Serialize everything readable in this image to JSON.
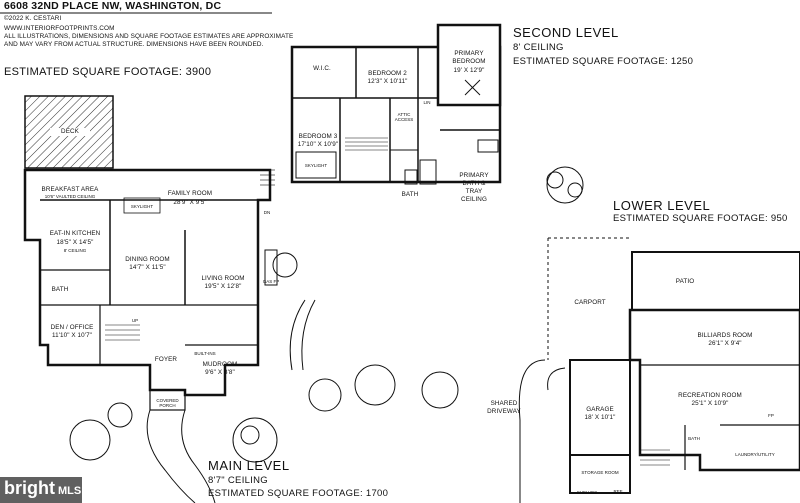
{
  "header": {
    "address": "6608 32ND PLACE NW, WASHINGTON, DC",
    "copyright": "©2022 K. CESTARI",
    "website": "WWW.INTERIORFOOTPRINTS.COM",
    "disclaimer_1": "ALL ILLUSTRATIONS, DIMENSIONS AND SQUARE FOOTAGE ESTIMATES ARE APPROXIMATE",
    "disclaimer_2": "AND MAY VARY FROM ACTUAL STRUCTURE. DIMENSIONS HAVE BEEN ROUNDED.",
    "total_sqft": "ESTIMATED SQUARE FOOTAGE: 3900"
  },
  "second_level": {
    "title": "SECOND LEVEL",
    "ceiling": "8' CEILING",
    "sqft": "ESTIMATED SQUARE FOOTAGE: 1250",
    "rooms": {
      "wic": "W.I.C.",
      "bedroom2": "BEDROOM 2",
      "bedroom2_dim": "12'3\" X 10'11\"",
      "primary": "PRIMARY BEDROOM",
      "primary_dim": "19' X 12'9\"",
      "bedroom3": "BEDROOM 3",
      "bedroom3_dim": "17'10\" X 10'9\"",
      "primary_bath": "PRIMARY BATH & TRAY CEILING",
      "bath": "BATH",
      "attic": "ATTIC ACCESS",
      "skylight": "SKYLIGHT",
      "lin": "LIN"
    }
  },
  "main_level": {
    "title": "MAIN LEVEL",
    "ceiling": "8'7\" CEILING",
    "sqft": "ESTIMATED SQUARE FOOTAGE: 1700",
    "rooms": {
      "deck": "DECK",
      "breakfast": "BREAKFAST AREA",
      "breakfast_dim": "10'6\" VAULTED CEILING",
      "family": "FAMILY ROOM",
      "family_dim": "28'9\" X 9'5\"",
      "kitchen": "EAT-IN KITCHEN",
      "kitchen_dim": "18'5\" X 14'5\"",
      "kitchen_ceiling": "8' CEILING",
      "dining": "DINING ROOM",
      "dining_dim": "14'7\" X 11'5\"",
      "living": "LIVING ROOM",
      "living_dim": "19'5\" X 12'8\"",
      "bath": "BATH",
      "den": "DEN / OFFICE",
      "den_dim": "11'10\" X 10'7\"",
      "foyer": "FOYER",
      "mudroom": "MUDROOM",
      "mudroom_dim": "9'6\" X 8'8\"",
      "porch": "COVERED PORCH",
      "skylight": "SKYLIGHT",
      "gas_fp": "GAS FP",
      "built_ins": "BUILT-INS",
      "dn": "DN",
      "up": "UP"
    }
  },
  "lower_level": {
    "title": "LOWER LEVEL",
    "sqft": "ESTIMATED SQUARE FOOTAGE: 950",
    "rooms": {
      "carport": "CARPORT",
      "shared_driveway": "SHARED DRIVEWAY",
      "patio": "PATIO",
      "billiards": "BILLIARDS ROOM",
      "billiards_dim": "26'1\" X 9'4\"",
      "recreation": "RECREATION ROOM",
      "recreation_dim": "25'1\" X 10'9\"",
      "garage": "GARAGE",
      "garage_dim": "18' X 10'1\"",
      "storage": "STORAGE ROOM",
      "laundry": "LAUNDRY/UTILITY",
      "bath": "BATH",
      "shelves": "SHELVES",
      "fp": "FP",
      "ref": "REF"
    }
  },
  "watermark": {
    "brand": "bright",
    "suffix": "MLS"
  }
}
